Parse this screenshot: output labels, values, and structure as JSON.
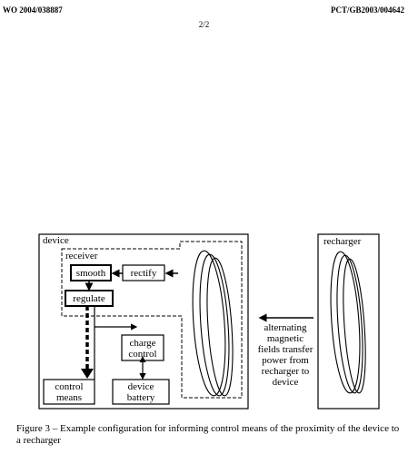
{
  "header": {
    "left": "WO 2004/038887",
    "right": "PCT/GB2003/004642",
    "page": "2/2"
  },
  "figure": {
    "device_label": "device",
    "receiver_label": "receiver",
    "smooth_label": "smooth",
    "rectify_label": "rectify",
    "regulate_label": "regulate",
    "charge_control_lines": [
      "charge",
      "control"
    ],
    "control_means_lines": [
      "control",
      "means"
    ],
    "device_battery_lines": [
      "device",
      "battery"
    ],
    "recharger_label": "recharger",
    "fields_text_lines": [
      "alternating",
      "magnetic",
      "fields transfer",
      "power from",
      "recharger to",
      "device"
    ]
  },
  "caption": "Figure 3 – Example configuration for informing control means of the proximity of the device to a recharger"
}
